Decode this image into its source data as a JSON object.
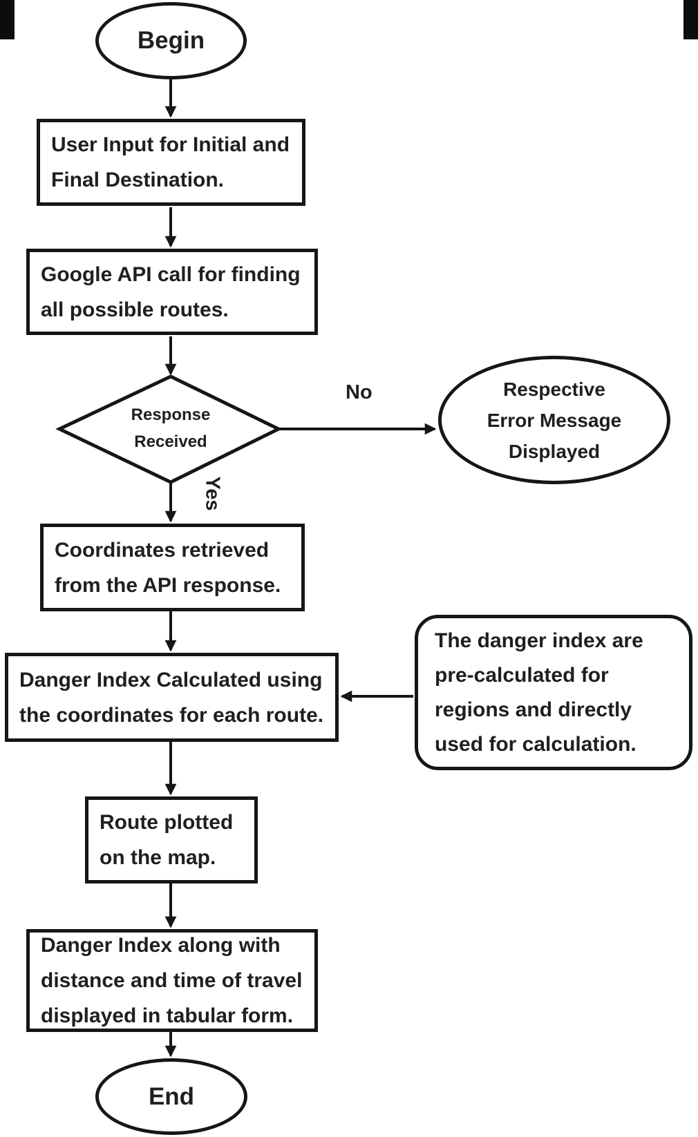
{
  "diagram": {
    "type": "flowchart",
    "nodes": {
      "begin": {
        "type": "terminator",
        "label": "Begin"
      },
      "user_input": {
        "type": "process",
        "label": "User Input for Initial and Final Destination."
      },
      "google_api_call": {
        "type": "process",
        "label": "Google API call for finding all possible routes."
      },
      "response_received": {
        "type": "decision",
        "label": "Response Received"
      },
      "error_message": {
        "type": "terminator",
        "label": "Respective Error Message Displayed"
      },
      "coordinates_retrieved": {
        "type": "process",
        "label": "Coordinates retrieved from the API response."
      },
      "danger_index_calculated": {
        "type": "process",
        "label": "Danger Index Calculated using the coordinates for each route."
      },
      "danger_index_note": {
        "type": "annotation",
        "label": "The danger index are pre-calculated for regions and directly used for calculation."
      },
      "route_plotted": {
        "type": "process",
        "label": "Route plotted on the map."
      },
      "tabular_display": {
        "type": "process",
        "label": "Danger Index along with distance and time of travel displayed in tabular form."
      },
      "end": {
        "type": "terminator",
        "label": "End"
      }
    },
    "edge_labels": {
      "no": "No",
      "yes": "Yes"
    },
    "edges": [
      {
        "from": "begin",
        "to": "user_input",
        "label": ""
      },
      {
        "from": "user_input",
        "to": "google_api_call",
        "label": ""
      },
      {
        "from": "google_api_call",
        "to": "response_received",
        "label": ""
      },
      {
        "from": "response_received",
        "to": "error_message",
        "label": "No"
      },
      {
        "from": "response_received",
        "to": "coordinates_retrieved",
        "label": "Yes"
      },
      {
        "from": "coordinates_retrieved",
        "to": "danger_index_calculated",
        "label": ""
      },
      {
        "from": "danger_index_note",
        "to": "danger_index_calculated",
        "label": ""
      },
      {
        "from": "danger_index_calculated",
        "to": "route_plotted",
        "label": ""
      },
      {
        "from": "route_plotted",
        "to": "tabular_display",
        "label": ""
      },
      {
        "from": "tabular_display",
        "to": "end",
        "label": ""
      }
    ],
    "colors": {
      "stroke": "#161616",
      "text": "#1f1f1f",
      "background": "#ffffff"
    }
  }
}
